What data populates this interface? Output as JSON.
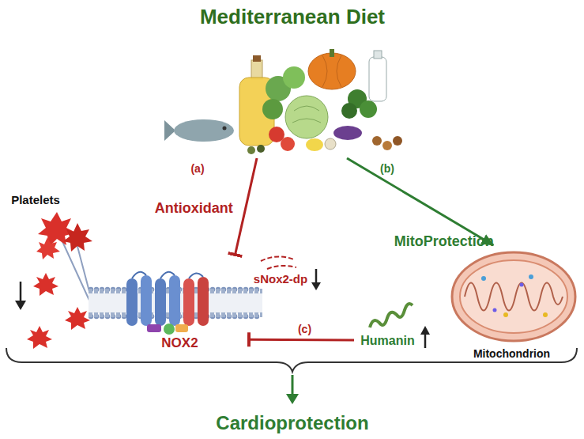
{
  "diagram": {
    "nodes": [
      {
        "text": [
          "Mediterranean Diet"
        ]
      },
      {
        "text": [
          "NOX2"
        ]
      },
      {
        "text": [
          "Mitochondrion"
        ]
      },
      {
        "text": [
          "Humanin"
        ]
      }
    ],
    "edges": [
      {
        "from": 0,
        "to": 1,
        "arrow": "to",
        "label": "Antioxidant"
      },
      {
        "from": 0,
        "to": 2,
        "arrow": "to",
        "label": "MitoProtection"
      },
      {
        "from": 3,
        "to": 1,
        "arrow": "to",
        "label": "(c)"
      }
    ],
    "labels": [
      "(a)",
      "(b)",
      "Platelets",
      "sNox2-dp",
      "Cardioprotection"
    ]
  }
}
